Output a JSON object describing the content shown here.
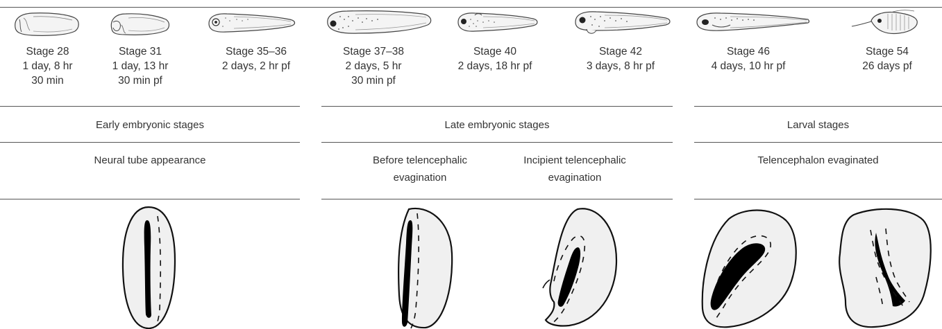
{
  "stages": [
    {
      "title": "Stage 28",
      "lines": [
        "1 day, 8 hr",
        "30 min"
      ]
    },
    {
      "title": "Stage 31",
      "lines": [
        "1 day, 13 hr",
        "30 min pf"
      ]
    },
    {
      "title": "Stage 35–36",
      "lines": [
        "2 days, 2 hr pf"
      ]
    },
    {
      "title": "Stage 37–38",
      "lines": [
        "2 days, 5 hr",
        "30 min pf"
      ]
    },
    {
      "title": "Stage 40",
      "lines": [
        "2 days, 18 hr pf"
      ]
    },
    {
      "title": "Stage 42",
      "lines": [
        "3 days, 8 hr pf"
      ]
    },
    {
      "title": "Stage 46",
      "lines": [
        "4 days, 10 hr pf"
      ]
    },
    {
      "title": "Stage 54",
      "lines": [
        "26 days pf"
      ]
    }
  ],
  "groups": [
    {
      "label": "Early embryonic stages"
    },
    {
      "label": "Late embryonic stages"
    },
    {
      "label": "Larval stages"
    }
  ],
  "descriptions": [
    {
      "lines": [
        "Neural tube appearance"
      ]
    },
    {
      "lines": [
        "Before telencephalic",
        "evagination"
      ]
    },
    {
      "lines": [
        "Incipient telencephalic",
        "evagination"
      ]
    },
    {
      "lines": [
        "Telencephalon evaginated"
      ]
    }
  ],
  "colors": {
    "section_fill": "#f0f0f0",
    "outline": "#111111",
    "lumen": "#000000",
    "text": "#333333",
    "rule": "#555555"
  }
}
